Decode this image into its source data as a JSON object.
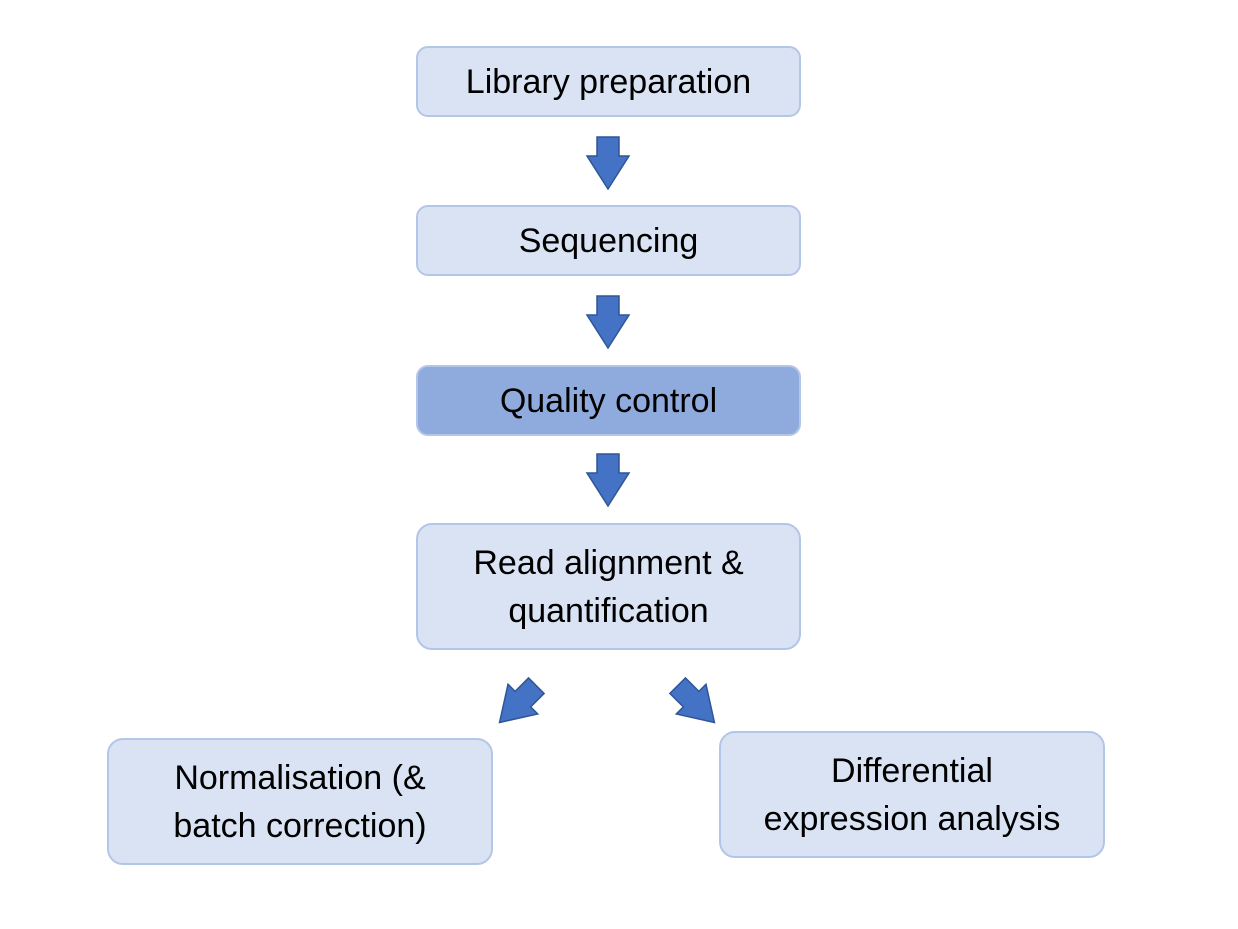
{
  "colors": {
    "box_fill": "#dae3f3",
    "box_fill_highlight": "#8faadc",
    "box_border": "#b4c6e7",
    "arrow_fill": "#4472c4",
    "arrow_stroke": "#2f5597"
  },
  "nodes": {
    "library_preparation": "Library preparation",
    "sequencing": "Sequencing",
    "quality_control": "Quality control",
    "read_alignment_line1": "Read alignment &",
    "read_alignment_line2": "quantification",
    "normalisation_line1": "Normalisation (&",
    "normalisation_line2": "batch correction)",
    "differential_line1": "Differential",
    "differential_line2": "expression analysis"
  },
  "highlighted_node": "quality_control"
}
